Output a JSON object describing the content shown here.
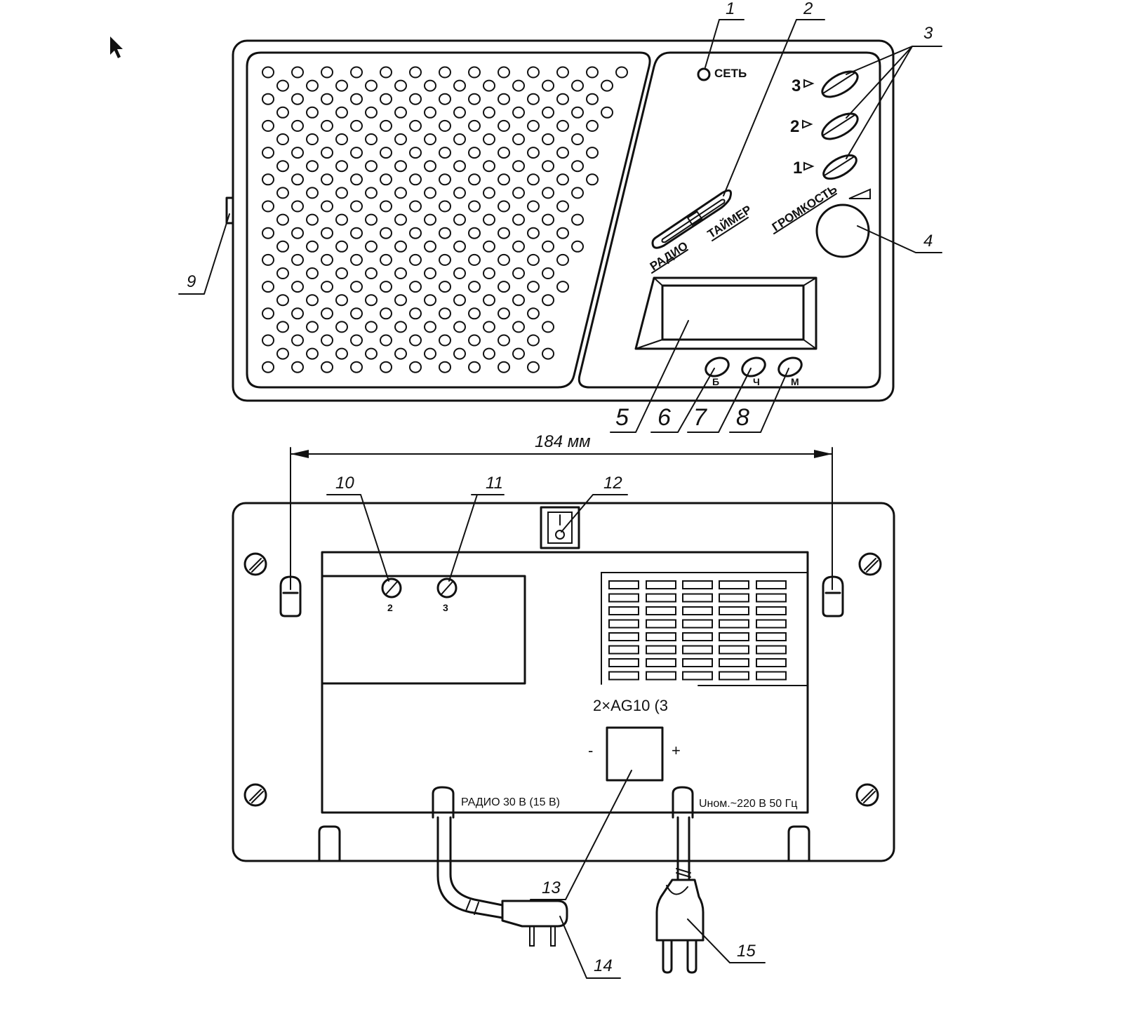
{
  "front_panel": {
    "network_label": "СЕТЬ",
    "radio_label": "РАДИО",
    "timer_label": "ТАЙМЕР",
    "volume_label": "ГРОМКОСТЬ",
    "program_buttons": [
      "3",
      "2",
      "1"
    ],
    "mode_buttons": [
      "Б",
      "Ч",
      "М"
    ]
  },
  "dimension": {
    "width_label": "184 мм"
  },
  "back_panel": {
    "terminal_labels": [
      "2",
      "3"
    ],
    "battery_label": "2×AG10  (3",
    "minus_label": "-",
    "plus_label": "+",
    "radio_cable_label": "РАДИО 30 В (15 В)",
    "power_cable_label": "Uном.~220 В 50 Гц"
  },
  "callouts": {
    "c1": "1",
    "c2": "2",
    "c3": "3",
    "c4": "4",
    "c5": "5",
    "c6": "6",
    "c7": "7",
    "c8": "8",
    "c9": "9",
    "c10": "10",
    "c11": "11",
    "c12": "12",
    "c13": "13",
    "c14": "14",
    "c15": "15"
  }
}
